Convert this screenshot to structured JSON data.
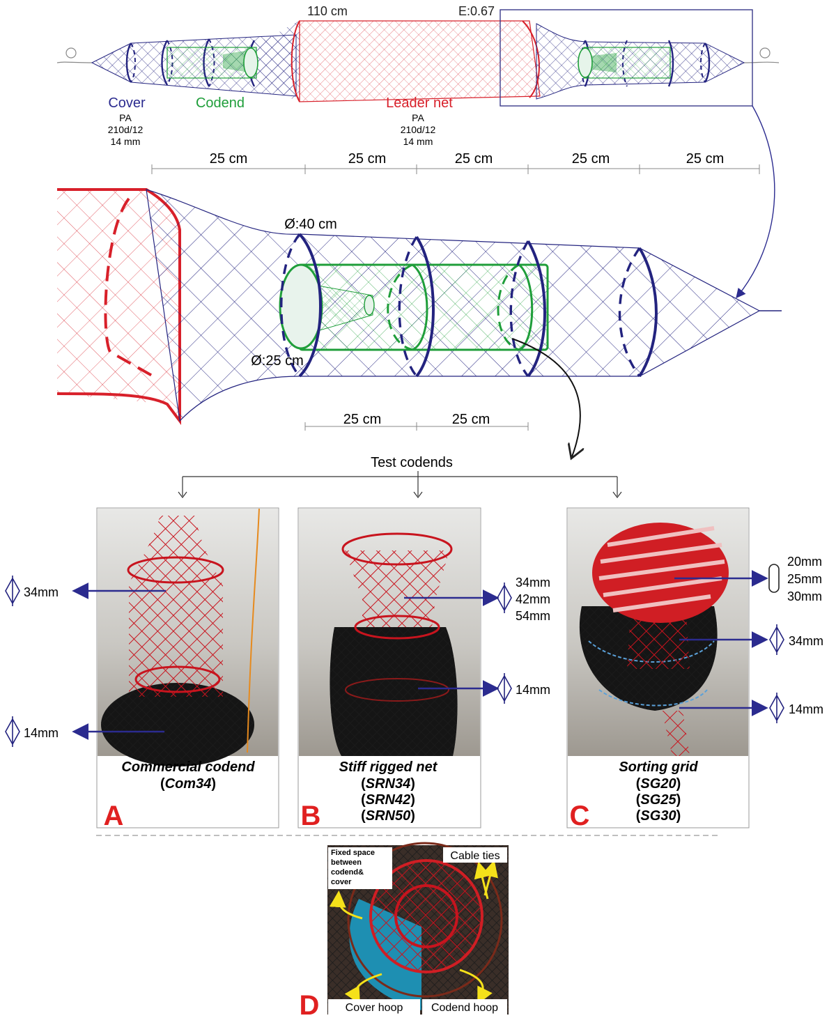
{
  "overview": {
    "top_length": "110 cm",
    "hanging_ratio": "E:0.67",
    "cover": {
      "label": "Cover",
      "material": "PA",
      "twine": "210d/12",
      "mesh": "14 mm"
    },
    "codend": {
      "label": "Codend"
    },
    "leader": {
      "label": "Leader net",
      "material": "PA",
      "twine": "210d/12",
      "mesh": "14 mm"
    }
  },
  "detail": {
    "segments": [
      "25 cm",
      "25 cm",
      "25 cm",
      "25 cm",
      "25 cm"
    ],
    "cover_diameter": "Ø:40 cm",
    "codend_diameter": "Ø:25 cm",
    "codend_segments": [
      "25 cm",
      "25 cm"
    ]
  },
  "test_codends_label": "Test codends",
  "panels": [
    {
      "letter": "A",
      "title": "Commercial codend",
      "codes": [
        "Com34"
      ],
      "mesh_labels": [
        "34mm",
        "14mm"
      ]
    },
    {
      "letter": "B",
      "title": "Stiff rigged net",
      "codes": [
        "SRN34",
        "SRN42",
        "SRN50"
      ],
      "mesh_labels": [
        "34mm",
        "42mm",
        "54mm",
        "14mm"
      ]
    },
    {
      "letter": "C",
      "title": "Sorting grid",
      "codes": [
        "SG20",
        "SG25",
        "SG30"
      ],
      "mesh_labels": [
        "20mm",
        "25mm",
        "30mm",
        "34mm",
        "14mm"
      ]
    }
  ],
  "panel_d": {
    "letter": "D",
    "fixed_space": [
      "Fixed space",
      "between",
      "codend&",
      "cover"
    ],
    "cable_ties": "Cable ties",
    "cover_hoop": "Cover hoop",
    "codend_hoop": "Codend hoop"
  },
  "colors": {
    "cover": "#1f1f7a",
    "codend": "#1f9e3a",
    "leader": "#d8202a",
    "arrow_blue": "#2b2b8f",
    "letter_red": "#e02020"
  }
}
